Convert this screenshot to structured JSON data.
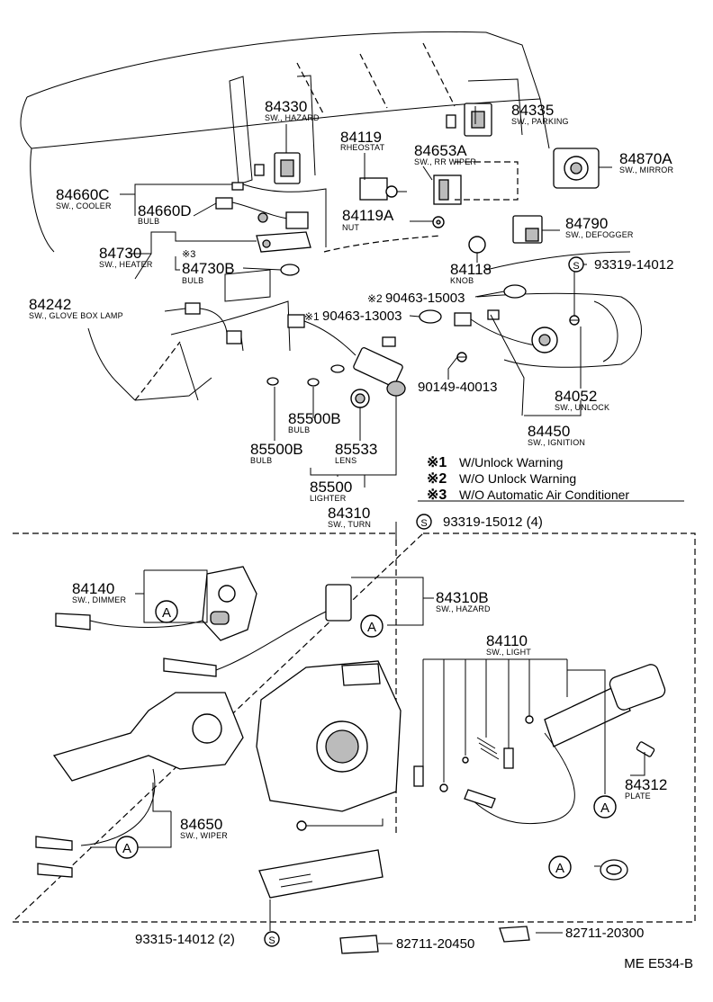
{
  "diagram_code": "ME E534-B",
  "legend": [
    {
      "mark": "※1",
      "text": "W/Unlock Warning"
    },
    {
      "mark": "※2",
      "text": "W/O Unlock Warning"
    },
    {
      "mark": "※3",
      "text": "W/O Automatic Air Conditioner"
    }
  ],
  "callout_letter": "A",
  "screw_symbol": "S",
  "parts": {
    "p84330": {
      "num": "84330",
      "desc": "SW., HAZARD"
    },
    "p84335": {
      "num": "84335",
      "desc": "SW., PARKING"
    },
    "p84119": {
      "num": "84119",
      "desc": "RHEOSTAT"
    },
    "p84653A": {
      "num": "84653A",
      "desc": "SW., RR WIPER"
    },
    "p84870A": {
      "num": "84870A",
      "desc": "SW., MIRROR"
    },
    "p84660C": {
      "num": "84660C",
      "desc": "SW., COOLER"
    },
    "p84660D": {
      "num": "84660D",
      "desc": "BULB"
    },
    "p84119A": {
      "num": "84119A",
      "desc": "NUT"
    },
    "p84790": {
      "num": "84790",
      "desc": "SW., DEFOGGER"
    },
    "p84730": {
      "num": "84730",
      "desc": "SW., HEATER"
    },
    "p84730B": {
      "num": "84730B",
      "desc": "BULB",
      "mark": "※3"
    },
    "p84118": {
      "num": "84118",
      "desc": "KNOB"
    },
    "p93319_14012": {
      "num": "93319-14012"
    },
    "p84242": {
      "num": "84242",
      "desc": "SW., GLOVE BOX LAMP"
    },
    "p90463_15003": {
      "num": "90463-15003",
      "mark": "※2"
    },
    "p90463_13003": {
      "num": "90463-13003",
      "mark": "※1"
    },
    "p90149_40013": {
      "num": "90149-40013"
    },
    "p84052": {
      "num": "84052",
      "desc": "SW., UNLOCK"
    },
    "p85500B_a": {
      "num": "85500B",
      "desc": "BULB"
    },
    "p84450": {
      "num": "84450",
      "desc": "SW., IGNITION"
    },
    "p85500B_b": {
      "num": "85500B",
      "desc": "BULB"
    },
    "p85533": {
      "num": "85533",
      "desc": "LENS"
    },
    "p85500": {
      "num": "85500",
      "desc": "LIGHTER"
    },
    "p84310": {
      "num": "84310",
      "desc": "SW., TURN"
    },
    "p93319_15012": {
      "num": "93319-15012 (4)"
    },
    "p84140": {
      "num": "84140",
      "desc": "SW., DIMMER"
    },
    "p84310B": {
      "num": "84310B",
      "desc": "SW., HAZARD"
    },
    "p84110": {
      "num": "84110",
      "desc": "SW., LIGHT"
    },
    "p84312": {
      "num": "84312",
      "desc": "PLATE"
    },
    "p84650": {
      "num": "84650",
      "desc": "SW., WIPER"
    },
    "p82711_20300": {
      "num": "82711-20300"
    },
    "p93315_14012": {
      "num": "93315-14012 (2)"
    },
    "p82711_20450": {
      "num": "82711-20450"
    }
  }
}
